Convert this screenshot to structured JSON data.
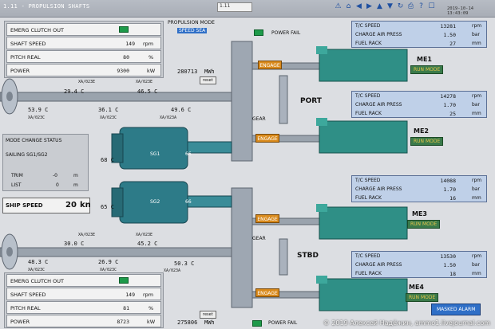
{
  "window": {
    "title": "1.11 - PROPULSION SHAFTS",
    "field_value": "1.11",
    "datetime": "2019-10-14 13:43:09",
    "icons": [
      "warning-icon",
      "home-icon",
      "back-icon",
      "forward-icon",
      "up-icon",
      "down-icon",
      "refresh-icon",
      "print-icon",
      "help-icon",
      "lock-icon"
    ]
  },
  "header": {
    "propulsion_mode_label": "PROPULSION MODE",
    "propulsion_mode_value": "SPEED   SEA",
    "power_fail": "POWER FAIL"
  },
  "port": {
    "emerg_clutch": "EMERG CLUTCH OUT",
    "shaft_speed_label": "SHAFT SPEED",
    "shaft_speed": "149",
    "shaft_speed_unit": "rpm",
    "pitch_label": "PITCH REAL",
    "pitch": "80",
    "pitch_unit": "%",
    "power_label": "POWER",
    "power": "9300",
    "power_unit": "kW",
    "energy": "280713",
    "energy_unit": "MWh",
    "reset": "reset",
    "label": "PORT",
    "temps": [
      {
        "tag": "XA/023E",
        "value": "29.4 C"
      },
      {
        "tag": "XA/023E",
        "value": "46.5 C"
      },
      {
        "tag": "XA/023C",
        "value": "53.9 C"
      },
      {
        "tag": "XA/023C",
        "value": "36.1 C"
      },
      {
        "tag": "XA/023A",
        "value": "49.6 C"
      }
    ]
  },
  "starboard": {
    "emerg_clutch": "EMERG CLUTCH OUT",
    "shaft_speed_label": "SHAFT SPEED",
    "shaft_speed": "149",
    "shaft_speed_unit": "rpm",
    "pitch_label": "PITCH REAL",
    "pitch": "81",
    "pitch_unit": "%",
    "power_label": "POWER",
    "power": "8723",
    "power_unit": "kW",
    "energy": "275806",
    "energy_unit": "MWh",
    "reset": "reset",
    "label": "STBD",
    "power_fail": "POWER FAIL",
    "temps": [
      {
        "tag": "XA/023E",
        "value": "30.0 C"
      },
      {
        "tag": "XA/023E",
        "value": "45.2 C"
      },
      {
        "tag": "XA/023C",
        "value": "48.3 C"
      },
      {
        "tag": "XA/023C",
        "value": "26.9 C"
      },
      {
        "tag": "XA/023A",
        "value": "50.3 C"
      }
    ]
  },
  "mode_change": {
    "title": "MODE CHANGE STATUS",
    "status": "SAILING SG1/SG2",
    "trim_label": "TRIM",
    "trim": "-0",
    "trim_unit": "m",
    "list_label": "LIST",
    "list": "0",
    "list_unit": "m"
  },
  "ship_speed": {
    "label": "SHIP SPEED",
    "value": "20",
    "unit": "kn"
  },
  "generators": {
    "sg1": {
      "label": "SG1",
      "load": "66",
      "temp": "68 C"
    },
    "sg2": {
      "label": "SG2",
      "load": "66",
      "temp": "65 C"
    }
  },
  "gear_label": "GEAR",
  "engage_label": "ENGAGE",
  "engines": [
    {
      "name": "ME1",
      "tc_label": "T/C SPEED",
      "tc": "13281",
      "tc_unit": "rpm",
      "air_label": "CHARGE AIR PRESS",
      "air": "1.50",
      "air_unit": "bar",
      "fuel_label": "FUEL RACK",
      "fuel": "27",
      "fuel_unit": "mm",
      "mode": "RUN MODE"
    },
    {
      "name": "ME2",
      "tc_label": "T/C SPEED",
      "tc": "14278",
      "tc_unit": "rpm",
      "air_label": "CHARGE AIR PRESS",
      "air": "1.70",
      "air_unit": "bar",
      "fuel_label": "FUEL RACK",
      "fuel": "25",
      "fuel_unit": "mm",
      "mode": "RUN MODE"
    },
    {
      "name": "ME3",
      "tc_label": "T/C SPEED",
      "tc": "14088",
      "tc_unit": "rpm",
      "air_label": "CHARGE AIR PRESS",
      "air": "1.70",
      "air_unit": "bar",
      "fuel_label": "FUEL RACK",
      "fuel": "16",
      "fuel_unit": "mm",
      "mode": "RUN MODE"
    },
    {
      "name": "ME4",
      "tc_label": "T/C SPEED",
      "tc": "13530",
      "tc_unit": "rpm",
      "air_label": "CHARGE AIR PRESS",
      "air": "1.50",
      "air_unit": "bar",
      "fuel_label": "FUEL RACK",
      "fuel": "18",
      "fuel_unit": "mm",
      "mode": "RUN MODE"
    }
  ],
  "masked_alarm": "MASKED ALARM",
  "watermark": "© 2019 Алексей Надёжин, ammo1.livejournal.com",
  "colors": {
    "accent_green": "#1e9a4a",
    "engage_orange": "#d98a1c",
    "engine_teal": "#2f8f86",
    "alarm_blue": "#2f6fc7"
  }
}
